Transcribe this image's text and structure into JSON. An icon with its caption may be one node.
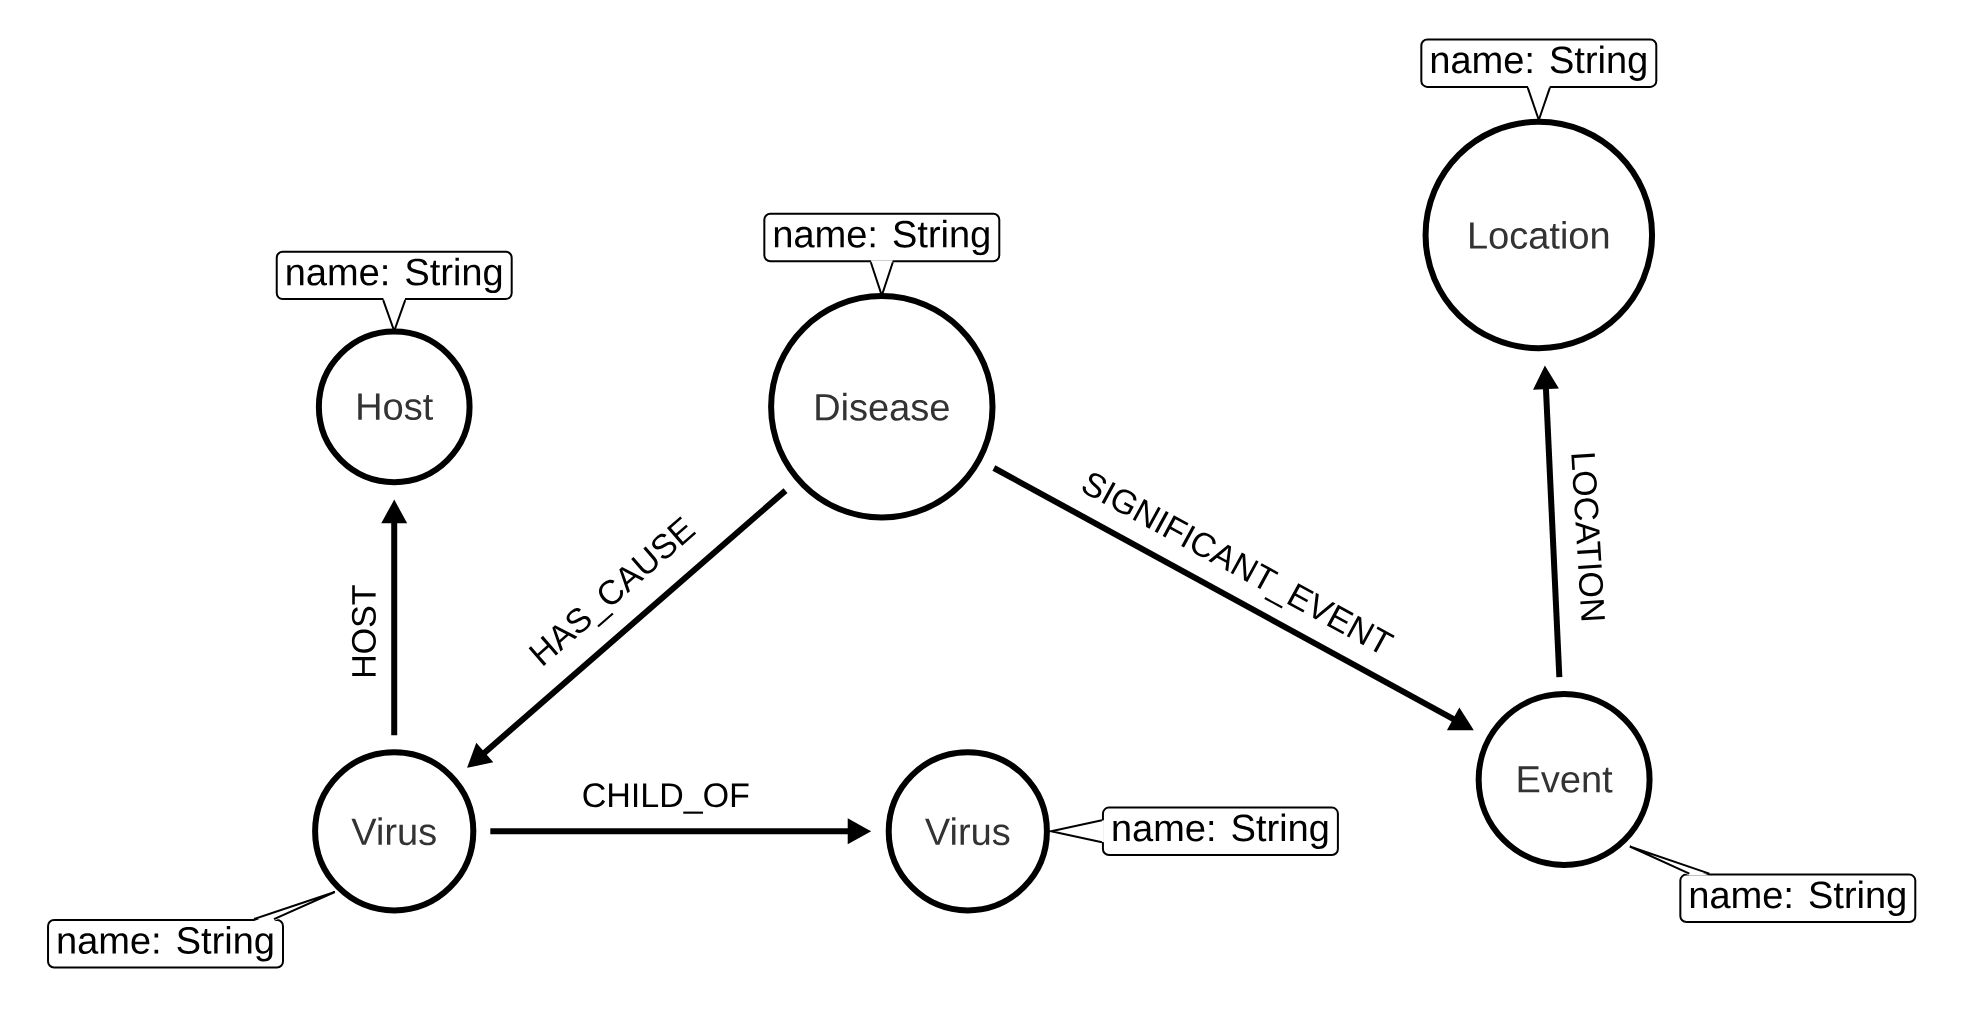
{
  "diagram": {
    "nodes": [
      {
        "text": [
          "Host"
        ],
        "beside": [
          "name: String"
        ]
      },
      {
        "text": [
          "Disease"
        ],
        "beside": [
          "name: String"
        ]
      },
      {
        "text": [
          "Location"
        ],
        "beside": [
          "name: String"
        ]
      },
      {
        "text": [
          "Virus"
        ],
        "beside": [
          "name: String"
        ]
      },
      {
        "text": [
          "Virus"
        ],
        "beside": [
          "name: String"
        ]
      },
      {
        "text": [
          "Event"
        ],
        "beside": [
          "name: String"
        ]
      }
    ],
    "edges": [
      {
        "from": 3,
        "to": 0,
        "arrow": "to",
        "label": "HOST"
      },
      {
        "from": 1,
        "to": 3,
        "arrow": "to",
        "label": "HAS_CAUSE"
      },
      {
        "from": 3,
        "to": 4,
        "arrow": "to",
        "label": "CHILD_OF"
      },
      {
        "from": 1,
        "to": 5,
        "arrow": "to",
        "label": "SIGNIFICANT_EVENT"
      },
      {
        "from": 5,
        "to": 2,
        "arrow": "to",
        "label": "LOCATION"
      }
    ]
  }
}
